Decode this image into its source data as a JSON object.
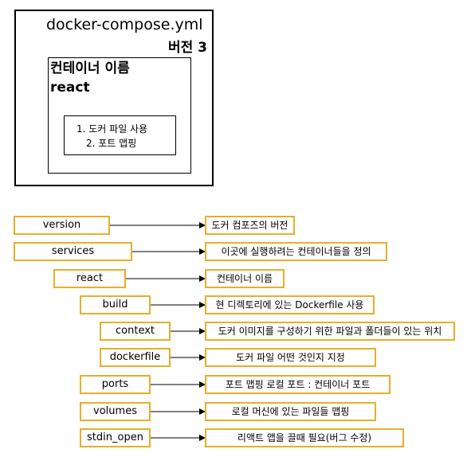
{
  "diagram": {
    "file_title": "docker-compose.yml",
    "version_label": "버전 3",
    "container_label_line1": "컨테이너 이름",
    "container_label_line2": "react",
    "inner_lines": [
      "1. 도커 파일 사용",
      "2. 포트 맵핑"
    ]
  },
  "mappings": [
    {
      "key": "version",
      "desc": "도커 컴포즈의 버전"
    },
    {
      "key": "services",
      "desc": "이곳에 실행하려는 컨테이너들을 정의"
    },
    {
      "key": "react",
      "desc": "컨테이너 이름"
    },
    {
      "key": "build",
      "desc": "현 디렉토리에 있는 Dockerfile 사용"
    },
    {
      "key": "context",
      "desc": "도커 이미지를 구성하기 위한 파일과 폴더들이 있는 위치"
    },
    {
      "key": "dockerfile",
      "desc": "도커 파일 어떤 것인지 지정"
    },
    {
      "key": "ports",
      "desc": "포트 맵핑   로컬 포트 :  컨테이너 포트"
    },
    {
      "key": "volumes",
      "desc": "로컬 머신에 있는 파일들 맵핑"
    },
    {
      "key": "stdin_open",
      "desc": "리액트 앱을 끌때 필요(버그 수정)"
    }
  ],
  "colors": {
    "box_border": "#e7ae2b",
    "line": "#000000"
  }
}
